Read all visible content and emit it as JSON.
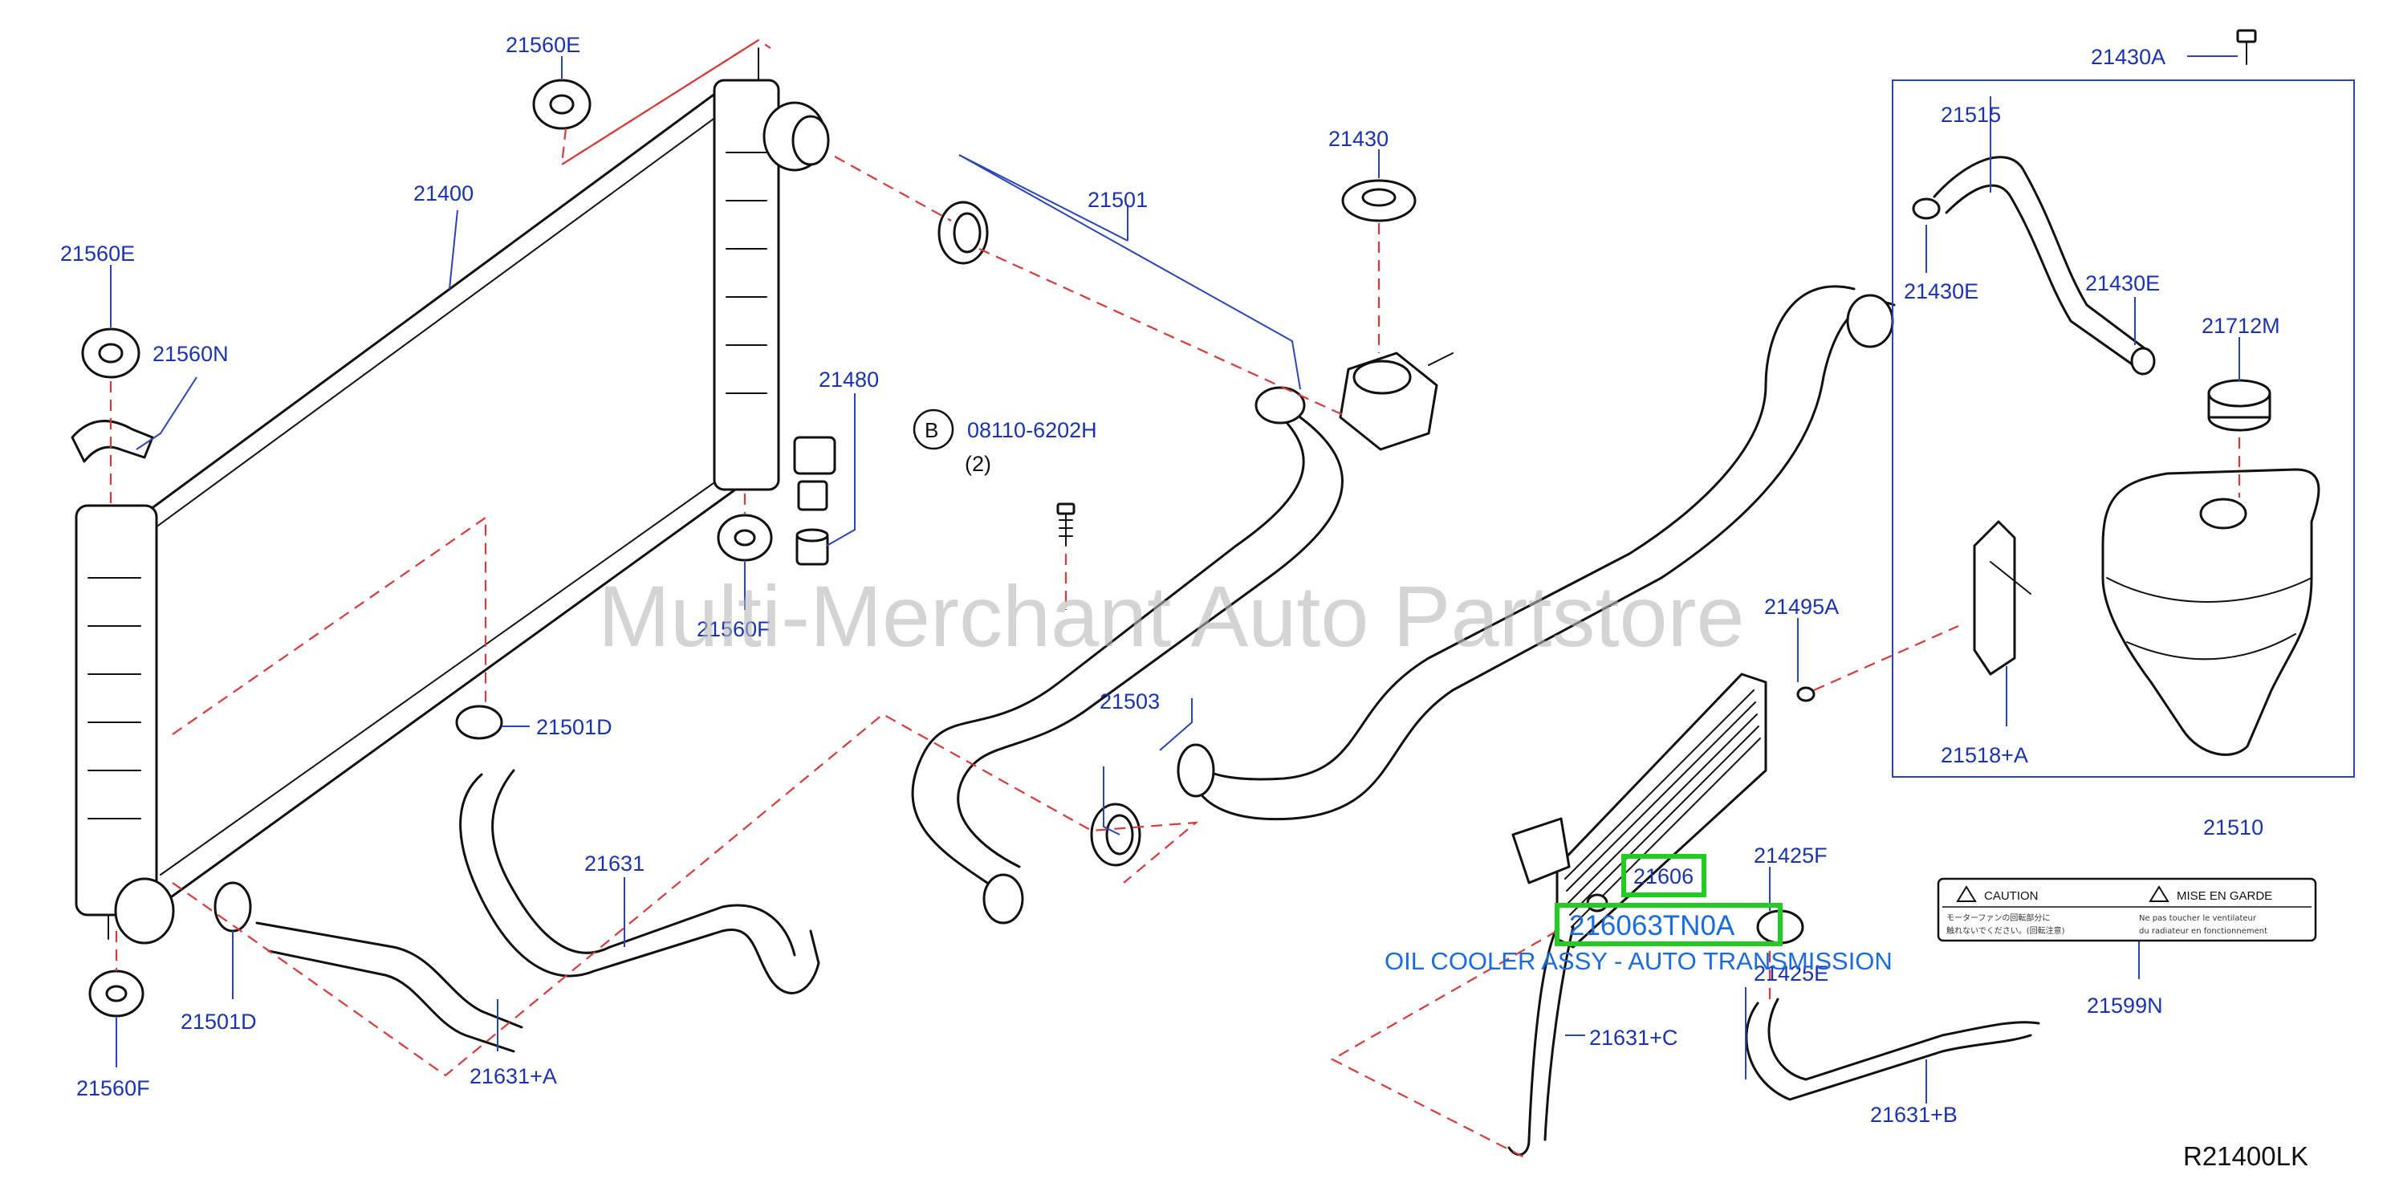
{
  "watermark": "Multi-Merchant Auto Partstore",
  "diagram_code": "R21400LK",
  "bolt_ref": {
    "letter": "B",
    "number": "08110-6202H",
    "qty": "(2)"
  },
  "highlight": {
    "primary_label": "21606",
    "part_number": "216063TN0A",
    "description": "OIL COOLER ASSY - AUTO TRANSMISSION"
  },
  "callouts": [
    {
      "id": "c1",
      "text": "21560E"
    },
    {
      "id": "c2",
      "text": "21400"
    },
    {
      "id": "c3",
      "text": "21560E"
    },
    {
      "id": "c4",
      "text": "21560N"
    },
    {
      "id": "c5",
      "text": "21480"
    },
    {
      "id": "c6",
      "text": "21560F"
    },
    {
      "id": "c7",
      "text": "21501D"
    },
    {
      "id": "c8",
      "text": "21631"
    },
    {
      "id": "c9",
      "text": "21501D"
    },
    {
      "id": "c10",
      "text": "21560F"
    },
    {
      "id": "c11",
      "text": "21631+A"
    },
    {
      "id": "c12",
      "text": "21501"
    },
    {
      "id": "c13",
      "text": "21430"
    },
    {
      "id": "c14",
      "text": "21503"
    },
    {
      "id": "c15",
      "text": "21430A"
    },
    {
      "id": "c16",
      "text": "21515"
    },
    {
      "id": "c17",
      "text": "21430E"
    },
    {
      "id": "c18",
      "text": "21430E"
    },
    {
      "id": "c19",
      "text": "21712M"
    },
    {
      "id": "c20",
      "text": "21495A"
    },
    {
      "id": "c21",
      "text": "21518+A"
    },
    {
      "id": "c22",
      "text": "21510"
    },
    {
      "id": "c23",
      "text": "21425F"
    },
    {
      "id": "c24",
      "text": "21425E"
    },
    {
      "id": "c25",
      "text": "21631+C"
    },
    {
      "id": "c26",
      "text": "21631+B"
    },
    {
      "id": "c27",
      "text": "21599N"
    }
  ],
  "caution_label": {
    "left_title": "CAUTION",
    "right_title": "MISE   EN   GARDE",
    "left_lines": [
      "モーターファンの回転部分に",
      "触れないでください。(回転注意)"
    ],
    "right_lines": [
      "Ne pas toucher le ventilateur",
      "du radiateur en fonctionnement"
    ]
  }
}
